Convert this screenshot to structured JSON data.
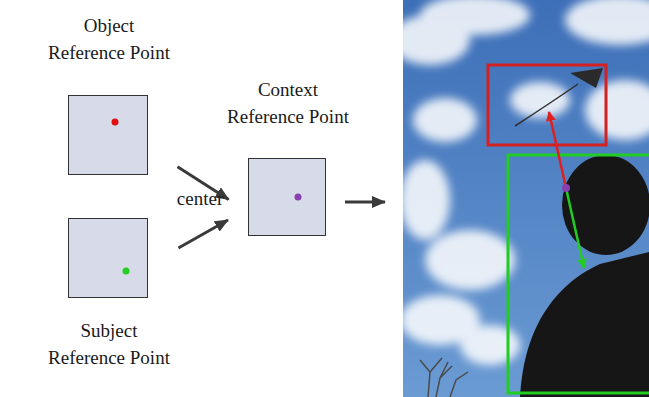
{
  "diagram": {
    "nodes": [
      {
        "text": [
          "Object Reference Point"
        ]
      },
      {
        "text": [
          "Subject Reference Point"
        ]
      },
      {
        "text": [
          "Context Reference Point"
        ]
      }
    ],
    "edges": [
      {
        "from": 0,
        "to": 2,
        "arrow": "to"
      },
      {
        "from": 1,
        "to": 2,
        "arrow": "to"
      }
    ],
    "labels": [
      "center"
    ]
  }
}
